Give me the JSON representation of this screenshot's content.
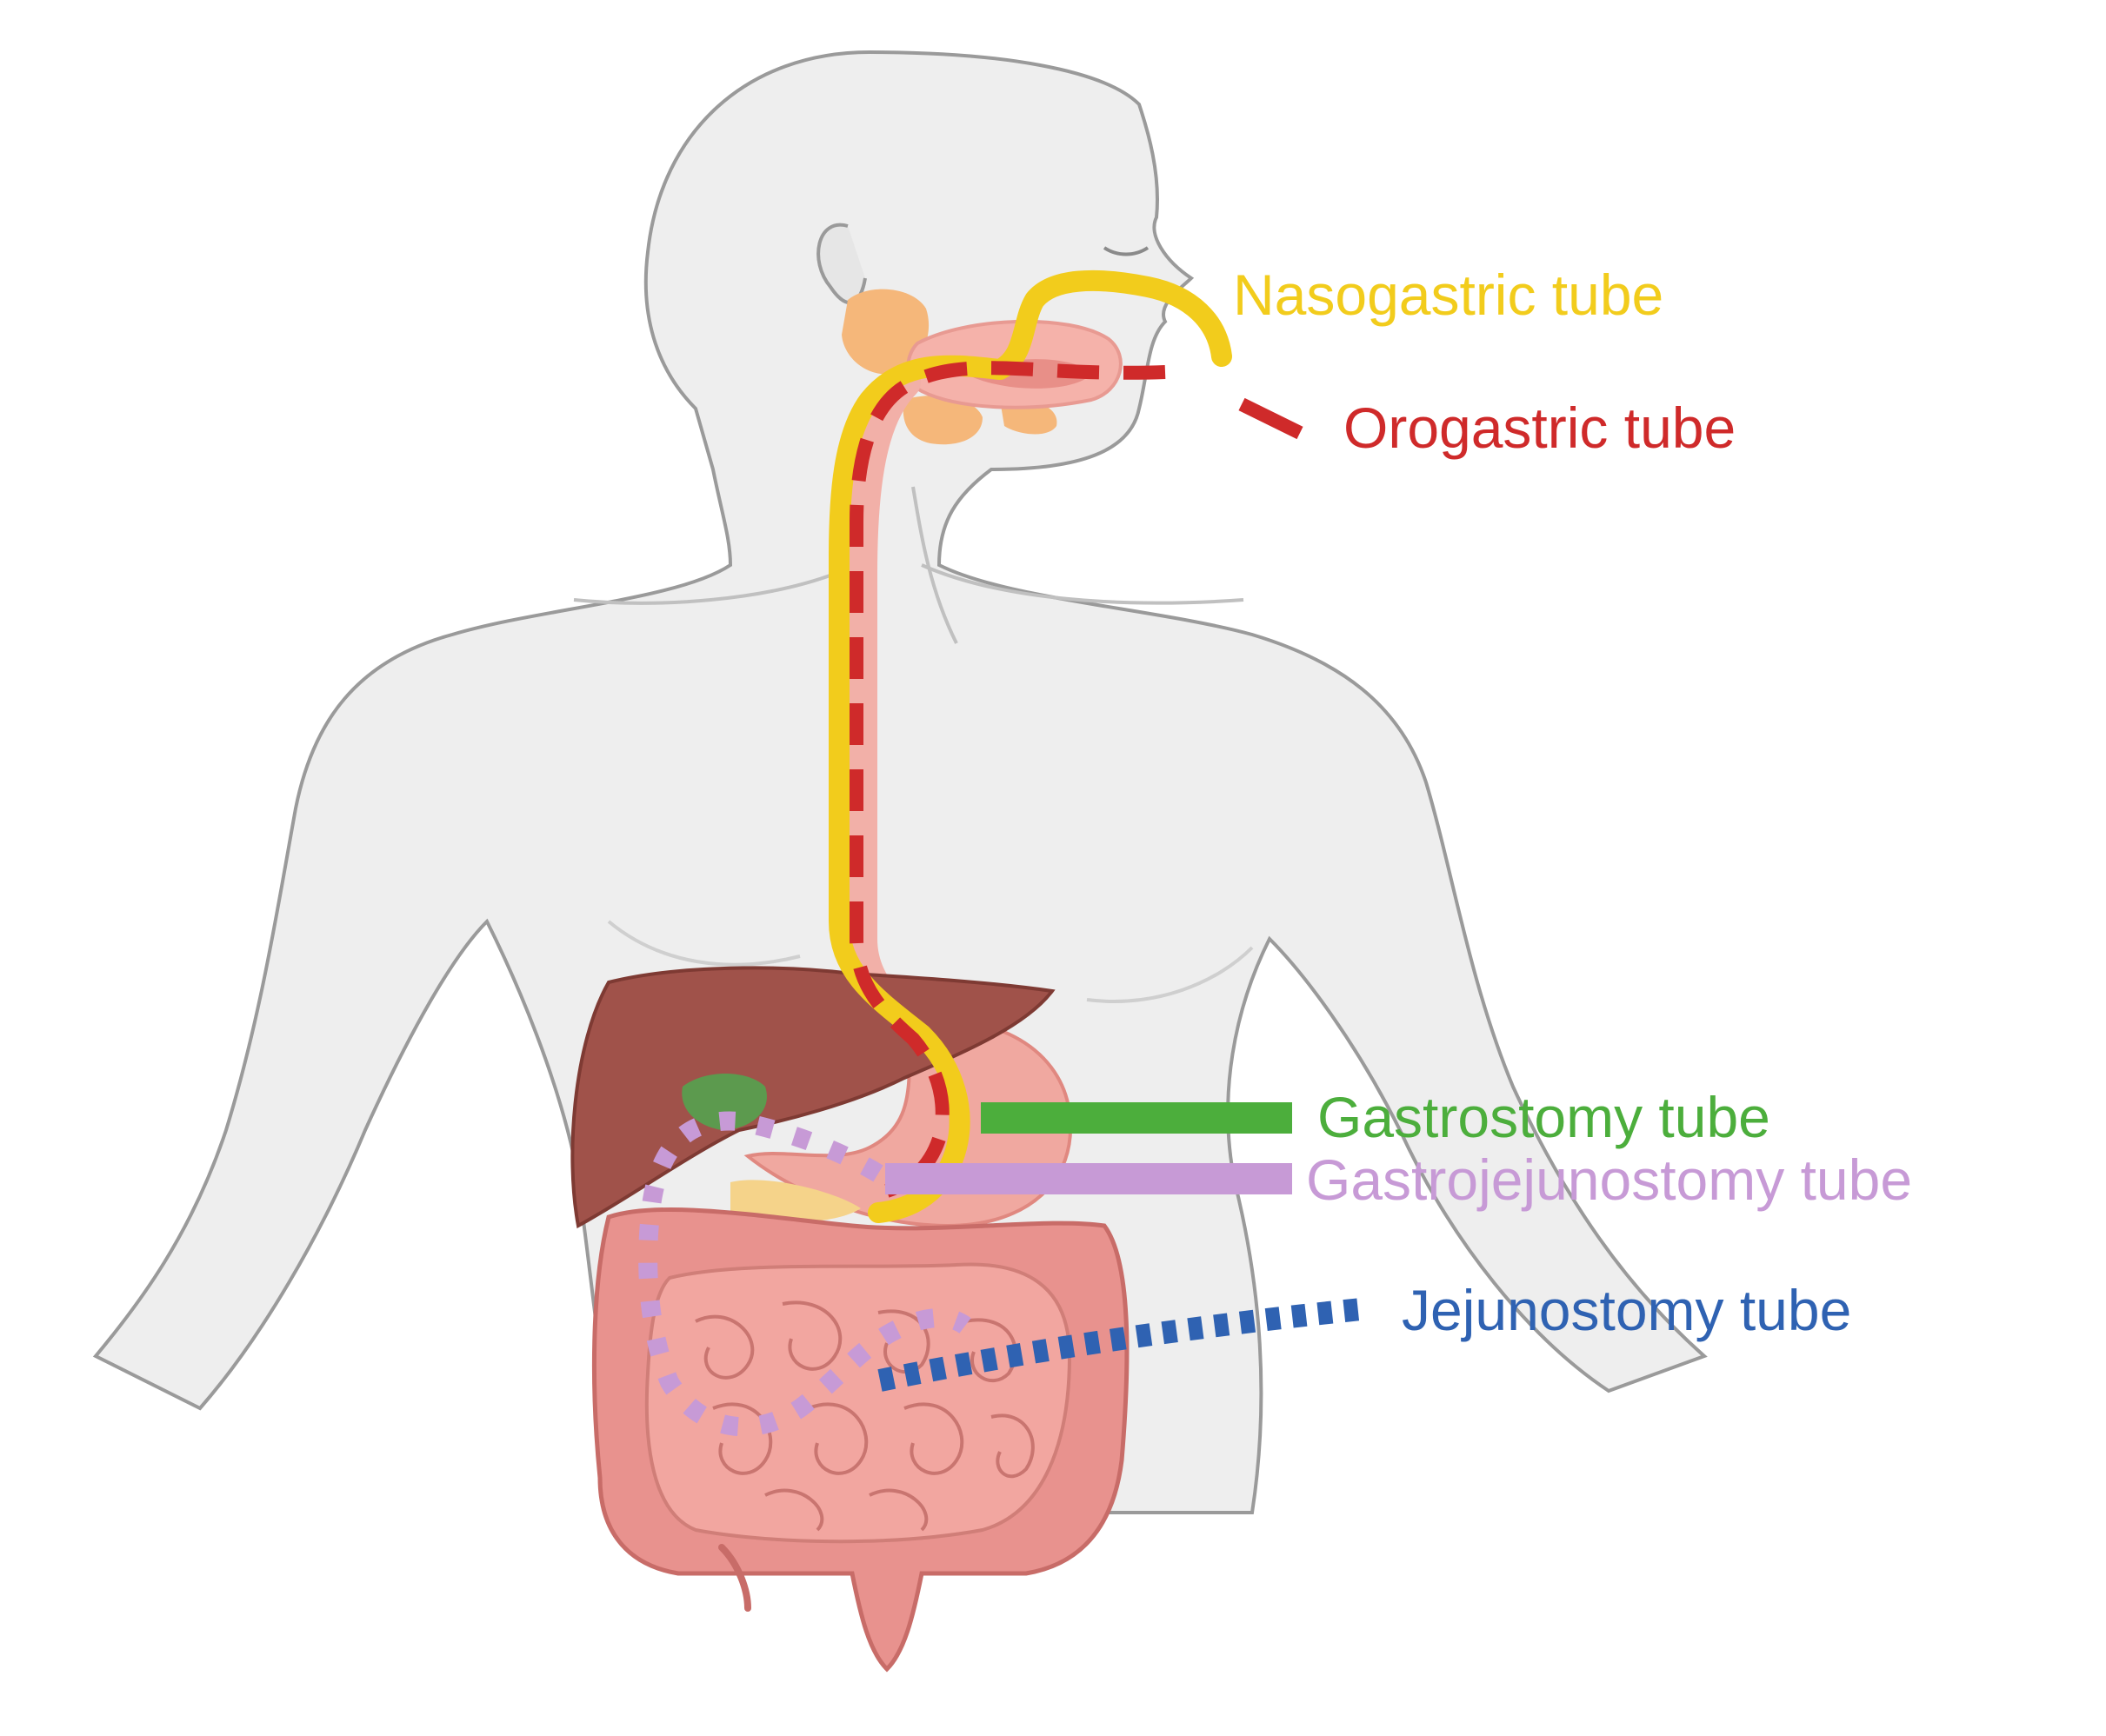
{
  "labels": {
    "nasogastric": "Nasogastric tube",
    "orogastric": "Orogastric tube",
    "gastrostomy": "Gastrostomy tube",
    "gastrojejunostomy": "Gastrojejunostomy tube",
    "jejunostomy": "Jejunostomy tube"
  },
  "colors": {
    "nasogastric": "#f2cc1c",
    "orogastric": "#cf2a2a",
    "gastrostomy": "#4cae3c",
    "gastrojejunostomy": "#c79ad6",
    "jejunostomy": "#2f62b2",
    "body_fill": "#eeeeee",
    "body_outline": "#9a9a9a",
    "liver": "#a0524a",
    "stomach": "#f0a8a0",
    "intestine": "#e8928e",
    "esophagus": "#f2b0a8",
    "gland": "#f5b77a"
  }
}
